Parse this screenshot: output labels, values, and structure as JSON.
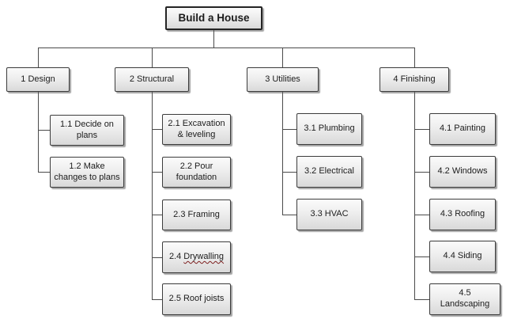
{
  "diagram": {
    "root": {
      "label": "Build a House"
    },
    "branches": [
      {
        "label": "1 Design",
        "children": [
          {
            "label": "1.1 Decide on\nplans"
          },
          {
            "label": "1.2 Make\nchanges to plans"
          }
        ]
      },
      {
        "label": "2 Structural",
        "children": [
          {
            "label": "2.1 Excavation\n& leveling"
          },
          {
            "label": "2.2 Pour\nfoundation"
          },
          {
            "label": "2.3 Framing"
          },
          {
            "label_prefix": "2.4 ",
            "label_misspelled": "Drywalling"
          },
          {
            "label": "2.5 Roof joists"
          }
        ]
      },
      {
        "label": "3 Utilities",
        "children": [
          {
            "label": "3.1 Plumbing"
          },
          {
            "label": "3.2 Electrical"
          },
          {
            "label": "3.3 HVAC"
          }
        ]
      },
      {
        "label": "4 Finishing",
        "children": [
          {
            "label": "4.1 Painting"
          },
          {
            "label": "4.2 Windows"
          },
          {
            "label": "4.3 Roofing"
          },
          {
            "label": "4.4 Siding"
          },
          {
            "label": "4.5 Landscaping"
          }
        ]
      }
    ],
    "colors": {
      "box_border": "#3c3c3c",
      "box_fill_top": "#fbfbfb",
      "box_fill_bottom": "#d9d9d9",
      "connector": "#4a4a4a",
      "misspelling_underline": "#7d1f1f"
    }
  }
}
